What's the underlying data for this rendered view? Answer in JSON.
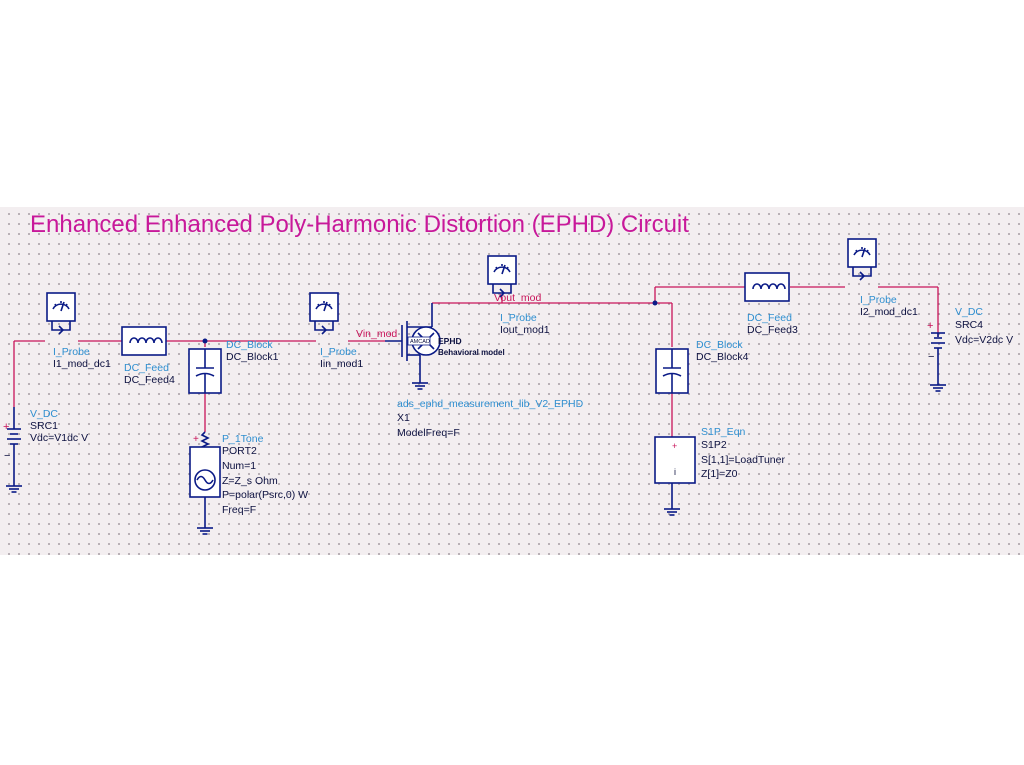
{
  "title": "Enhanced Enhanced Poly-Harmonic Distortion (EPHD) Circuit",
  "colors": {
    "wire": "#c8145a",
    "component": "#0a1a86",
    "label_type": "#2f8fd0",
    "label_value": "#0d1140",
    "title": "#c8189a",
    "grid_bg": "#f3eef0"
  },
  "nets": {
    "vin": "Vin_mod",
    "vout": "Vout_mod"
  },
  "components": {
    "src1": {
      "type": "V_DC",
      "name": "SRC1",
      "params": [
        "Vdc=V1dc V"
      ]
    },
    "i1": {
      "type": "I_Probe",
      "name": "I1_mod_dc1"
    },
    "feed4": {
      "type": "DC_Feed",
      "name": "DC_Feed4"
    },
    "block1": {
      "type": "DC_Block",
      "name": "DC_Block1"
    },
    "port2": {
      "type": "P_1Tone",
      "name": "PORT2",
      "params": [
        "Num=1",
        "Z=Z_s Ohm",
        "P=polar(Psrc,0) W",
        "Freq=F"
      ]
    },
    "iin": {
      "type": "I_Probe",
      "name": "Iin_mod1"
    },
    "ephd": {
      "symbol_line1": "EPHD",
      "symbol_line2": "Behavioral model",
      "symbol_badge": "AMCAD",
      "type": "ads_ephd_measurement_lib_V2_EPHD",
      "name": "X1",
      "params": [
        "ModelFreq=F"
      ]
    },
    "iout": {
      "type": "I_Probe",
      "name": "Iout_mod1"
    },
    "block4": {
      "type": "DC_Block",
      "name": "DC_Block4"
    },
    "s1p": {
      "type": "S1P_Eqn",
      "name": "S1P2",
      "params": [
        "S[1,1]=LoadTuner",
        "Z[1]=Z0"
      ]
    },
    "feed3": {
      "type": "DC_Feed",
      "name": "DC_Feed3"
    },
    "i2": {
      "type": "I_Probe",
      "name": "I2_mod_dc1"
    },
    "src4": {
      "type": "V_DC",
      "name": "SRC4",
      "params": [
        "Vdc=V2dc V"
      ]
    }
  }
}
